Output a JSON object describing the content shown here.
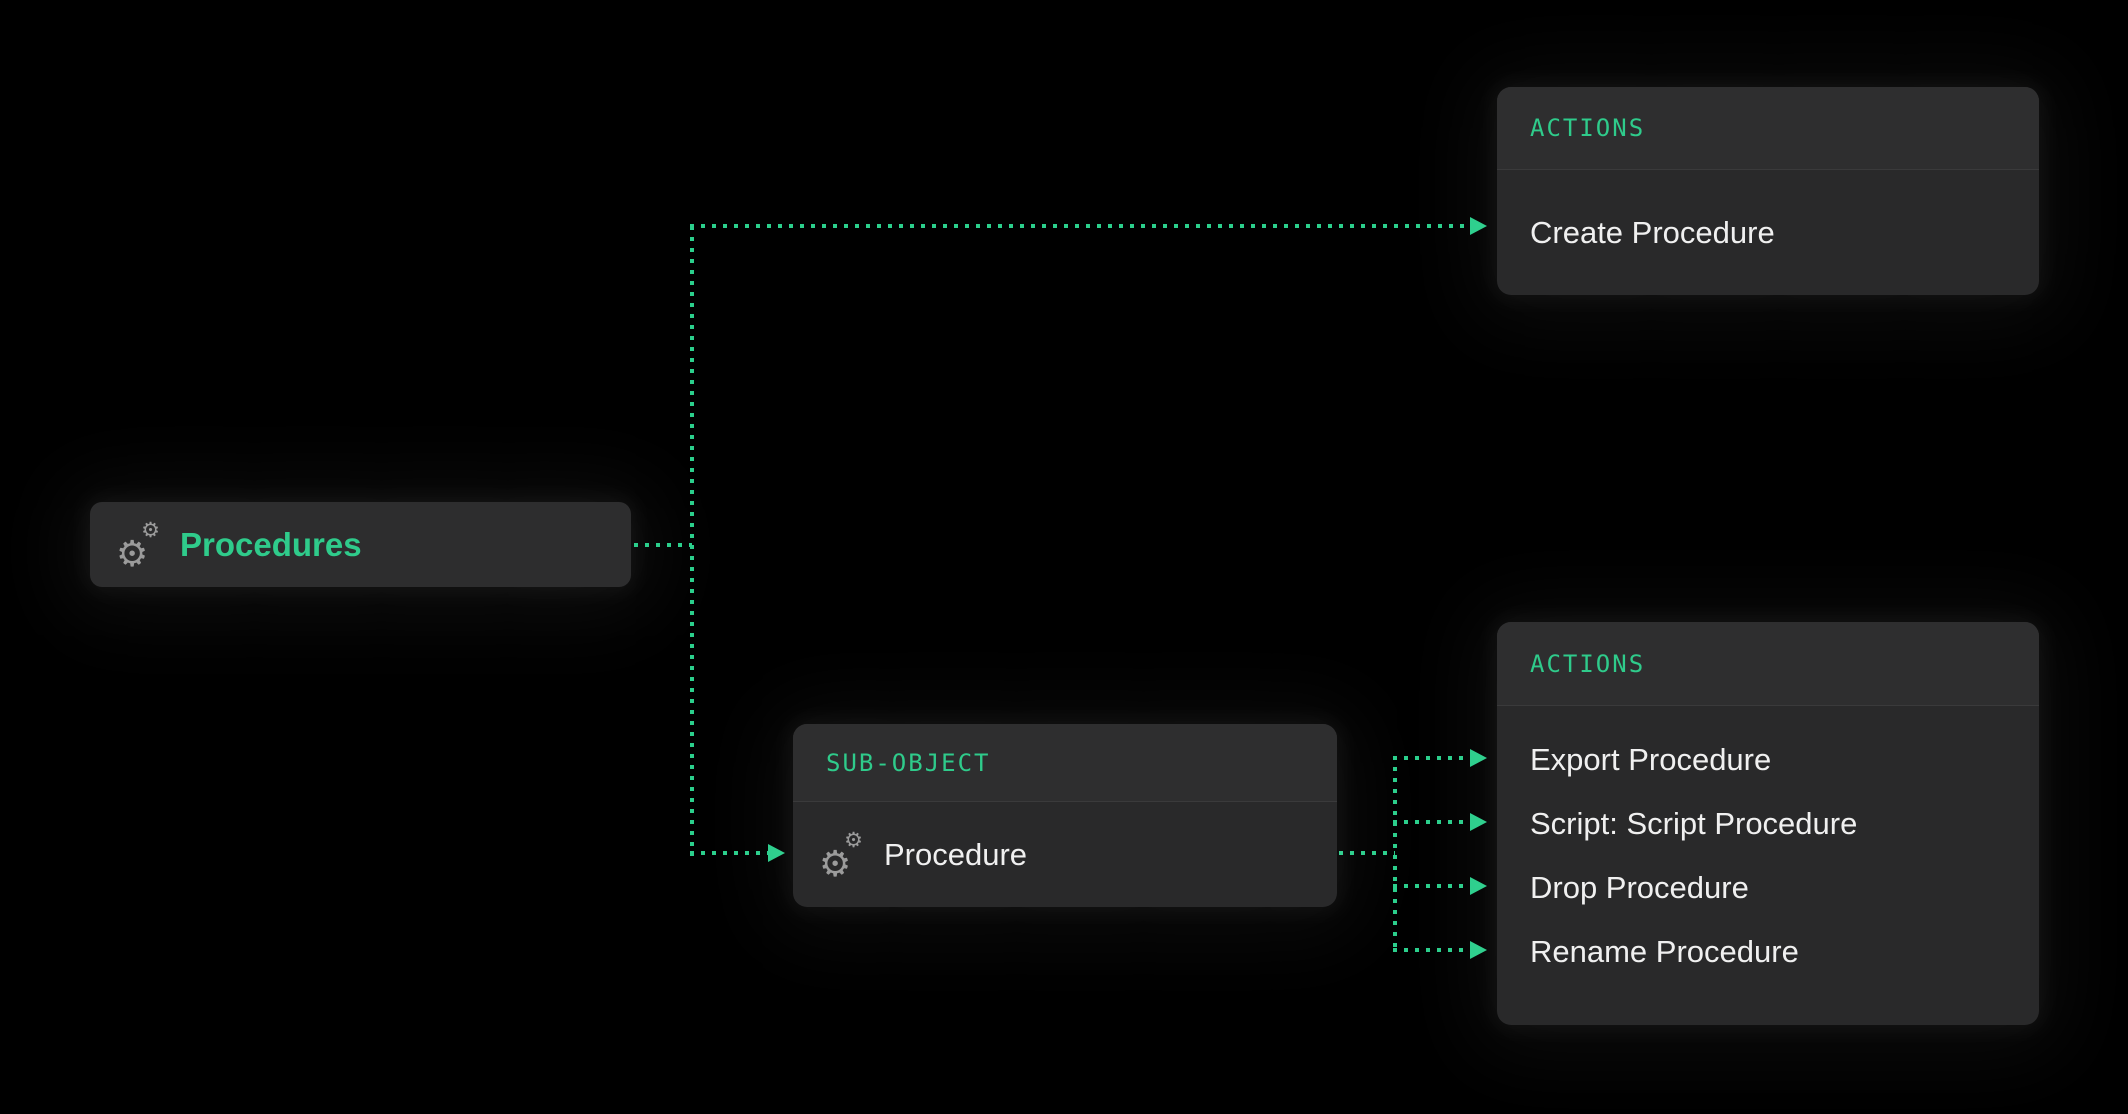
{
  "colors": {
    "background": "#000000",
    "accent_green": "#2fcb8b",
    "connector_green": "#2bcf8c",
    "card_body_bg": "#29292a",
    "card_header_bg": "#2e2e2f",
    "node_bg": "#2d2d2e",
    "divider": "#3a3a3b",
    "row_text": "#f0f0f0",
    "icon_gray": "#9b9b9b"
  },
  "root_node": {
    "label": "Procedures",
    "icon": "gears-icon"
  },
  "create_actions_card": {
    "header": "ACTIONS",
    "items": [
      "Create Procedure"
    ]
  },
  "sub_object_card": {
    "header": "SUB-OBJECT",
    "icon": "gears-icon",
    "label": "Procedure"
  },
  "procedure_actions_card": {
    "header": "ACTIONS",
    "items": [
      "Export Procedure",
      "Script: Script Procedure",
      "Drop Procedure",
      "Rename Procedure"
    ]
  }
}
